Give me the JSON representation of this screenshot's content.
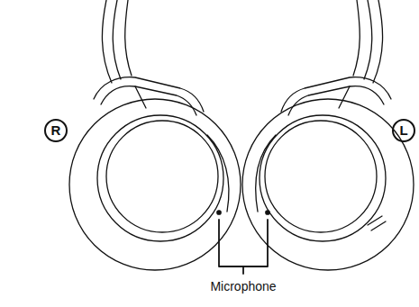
{
  "diagram": {
    "labels": [
      "R",
      "L",
      "Microphone"
    ]
  }
}
